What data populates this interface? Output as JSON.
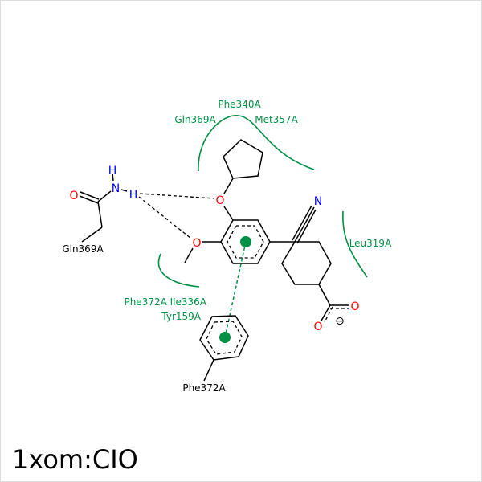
{
  "title": "1xom:CIO",
  "colors": {
    "residue": "#009045",
    "oxygen": "#ff0000",
    "nitrogen": "#0000ff",
    "bond": "#000000"
  },
  "residue_labels": {
    "top_center": "Phe340A",
    "top_left": "Gln369A",
    "top_right": "Met357A",
    "right": "Leu319A",
    "bottom_left_1": "Phe372A Ile336A",
    "bottom_left_2": "Tyr159A"
  },
  "sidechain_labels": {
    "gln": "Gln369A",
    "phe": "Phe372A"
  },
  "atoms": {
    "O": "O",
    "N": "N",
    "H": "H",
    "charge": "⊖"
  }
}
